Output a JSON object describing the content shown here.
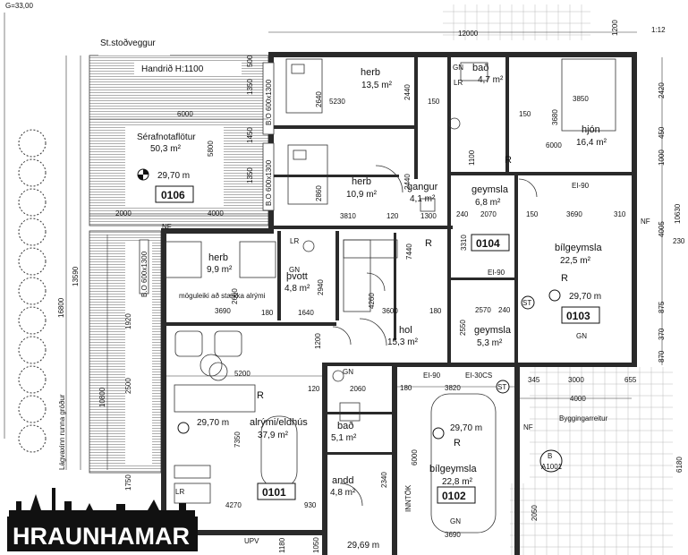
{
  "top_left_note": "G=33,00",
  "left_vertical_text": "Lágvaxinn runna gróður",
  "walls": {
    "stodveggur": "St.stoðveggur",
    "handrid": "Handrið H:1100"
  },
  "terrace": {
    "name": "Sérafnotaflötur",
    "area": "50,3 m²",
    "elev": "29,70 m",
    "code": "0106"
  },
  "rooms": {
    "herb1": {
      "name": "herb",
      "area": "13,5 m²"
    },
    "herb2": {
      "name": "herb",
      "area": "10,9 m²"
    },
    "herb3": {
      "name": "herb",
      "area": "9,9 m²"
    },
    "bad1": {
      "name": "bað",
      "area": "4,7 m²"
    },
    "hjon": {
      "name": "hjón",
      "area": "16,4 m²"
    },
    "gangur": {
      "name": "gangur",
      "area": "4,1 m²"
    },
    "geymsla1": {
      "name": "geymsla",
      "area": "6,8 m²"
    },
    "bilgeymsla1": {
      "name": "bílgeymsla",
      "area": "22,5 m²",
      "elev": "29,70 m",
      "code": "0103"
    },
    "thvottur": {
      "name": "þvott",
      "area": "4,8 m²"
    },
    "hol": {
      "name": "hol",
      "area": "15,3 m²"
    },
    "geymsla2": {
      "name": "geymsla",
      "area": "5,3 m²"
    },
    "alrymi": {
      "name": "alrými/eldhús",
      "area": "37,9 m²",
      "elev": "29,70 m",
      "code": "0101"
    },
    "bad2": {
      "name": "bað",
      "area": "5,1 m²"
    },
    "andd": {
      "name": "andd",
      "area": "4,8 m²"
    },
    "bilgeymsla2": {
      "name": "bílgeymsla",
      "area": "22,8 m²",
      "elev": "29,70 m",
      "code": "0102"
    }
  },
  "unit_0104": "0104",
  "notes": {
    "moguleiki": "möguleiki að stækka alrými",
    "byggingarreitur": "Byggingarreitur",
    "inntok": "INNTÖK",
    "scale": "1:12",
    "elev_bottom": "29,69 m",
    "section_b": "B",
    "section_ref": "A1001"
  },
  "labels": {
    "R": "R",
    "GN": "GN",
    "LR": "LR",
    "EI90": "EI-90",
    "NF": "NF",
    "ST": "ST",
    "BO": "B.O 600x1300",
    "UPV": "UPV",
    "EI30CS": "EI-30CS"
  },
  "dimensions": {
    "d12000": "12000",
    "d1200": "1200",
    "d2420": "2420",
    "d6000": "6000",
    "d5800": "5800",
    "d1350": "1350",
    "d1450": "1450",
    "d500": "500",
    "d13590": "13590",
    "d16800": "16800",
    "d10800": "10800",
    "d2500": "2500",
    "d1920": "1920",
    "d1750": "1750",
    "d2000": "2000",
    "d4000": "4000",
    "d5230": "5230",
    "d2640": "2640",
    "d2440": "2440",
    "d150": "150",
    "d3850": "3850",
    "d3680": "3680",
    "d120": "120",
    "d2860": "2860",
    "d3810": "3810",
    "d1300": "1300",
    "d2070": "2070",
    "d3690": "3690",
    "d310": "310",
    "d4005": "4005",
    "d10630": "10630",
    "d1100": "1100",
    "d450": "450",
    "d1000": "1000",
    "d3310": "3310",
    "d240": "240",
    "d7440": "7440",
    "d2660": "2660",
    "d2940": "2940",
    "d4260": "4260",
    "d3600": "3600",
    "d180": "180",
    "d1640": "1640",
    "d5200": "5200",
    "d2550": "2550",
    "d2570": "2570",
    "d875": "875",
    "d370": "370",
    "d870": "870",
    "d345": "345",
    "d3000": "3000",
    "d655": "655",
    "d3820": "3820",
    "d2060": "2060",
    "d7350": "7350",
    "d2340": "2340",
    "d4270": "4270",
    "d930": "930",
    "d6180": "6180",
    "d2050": "2050",
    "d230": "230",
    "d1050": "1050",
    "d1180": "1180",
    "d3690b": "3690",
    "d1920b": "1920"
  },
  "logo": {
    "text": "HRAUNHAMAR"
  }
}
